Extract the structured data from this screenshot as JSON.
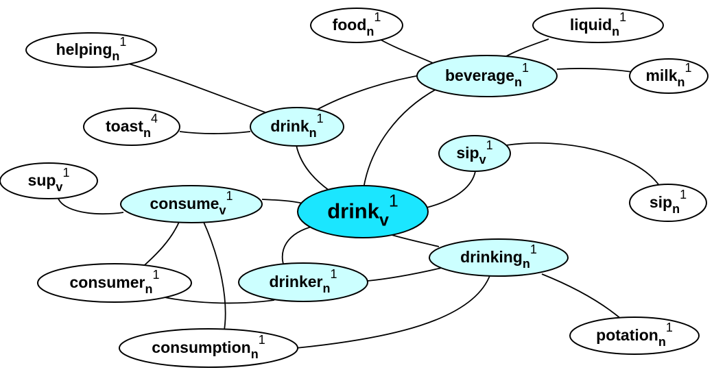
{
  "colors": {
    "center": "#1be6ff",
    "related": "#ccffff",
    "outer": "#ffffff"
  },
  "nodes": {
    "food": {
      "word": "food",
      "pos": "n",
      "sense": "1",
      "kind": "outer"
    },
    "liquid": {
      "word": "liquid",
      "pos": "n",
      "sense": "1",
      "kind": "outer"
    },
    "helping": {
      "word": "helping",
      "pos": "n",
      "sense": "1",
      "kind": "outer"
    },
    "beverage": {
      "word": "beverage",
      "pos": "n",
      "sense": "1",
      "kind": "related"
    },
    "milk": {
      "word": "milk",
      "pos": "n",
      "sense": "1",
      "kind": "outer"
    },
    "toast": {
      "word": "toast",
      "pos": "n",
      "sense": "4",
      "kind": "outer"
    },
    "drink_n": {
      "word": "drink",
      "pos": "n",
      "sense": "1",
      "kind": "related"
    },
    "sip_v": {
      "word": "sip",
      "pos": "v",
      "sense": "1",
      "kind": "related"
    },
    "sup": {
      "word": "sup",
      "pos": "v",
      "sense": "1",
      "kind": "outer"
    },
    "consume": {
      "word": "consume",
      "pos": "v",
      "sense": "1",
      "kind": "related"
    },
    "drink_v": {
      "word": "drink",
      "pos": "v",
      "sense": "1",
      "kind": "center"
    },
    "sip_n": {
      "word": "sip",
      "pos": "n",
      "sense": "1",
      "kind": "outer"
    },
    "drinking": {
      "word": "drinking",
      "pos": "n",
      "sense": "1",
      "kind": "related"
    },
    "consumer": {
      "word": "consumer",
      "pos": "n",
      "sense": "1",
      "kind": "outer"
    },
    "drinker": {
      "word": "drinker",
      "pos": "n",
      "sense": "1",
      "kind": "related"
    },
    "consumption": {
      "word": "consumption",
      "pos": "n",
      "sense": "1",
      "kind": "outer"
    },
    "potation": {
      "word": "potation",
      "pos": "n",
      "sense": "1",
      "kind": "outer"
    }
  },
  "edges": [
    [
      "food",
      "beverage"
    ],
    [
      "liquid",
      "beverage"
    ],
    [
      "milk",
      "beverage"
    ],
    [
      "beverage",
      "drink_n"
    ],
    [
      "beverage",
      "drink_v"
    ],
    [
      "helping",
      "drink_n"
    ],
    [
      "toast",
      "drink_n"
    ],
    [
      "drink_n",
      "drink_v"
    ],
    [
      "sip_v",
      "drink_v"
    ],
    [
      "sip_v",
      "sip_n"
    ],
    [
      "sup",
      "consume"
    ],
    [
      "consume",
      "drink_v"
    ],
    [
      "consume",
      "consumer"
    ],
    [
      "consume",
      "consumption"
    ],
    [
      "drink_v",
      "drinker"
    ],
    [
      "drink_v",
      "drinking"
    ],
    [
      "consumer",
      "drinker"
    ],
    [
      "drinker",
      "drinking"
    ],
    [
      "drinking",
      "consumption"
    ],
    [
      "drinking",
      "potation"
    ]
  ]
}
